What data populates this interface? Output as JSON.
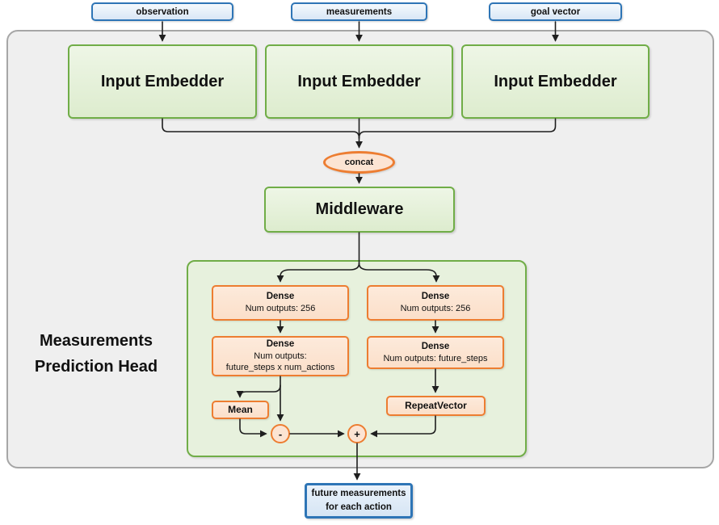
{
  "inputs": [
    {
      "label": "observation"
    },
    {
      "label": "measurements"
    },
    {
      "label": "goal vector"
    }
  ],
  "embedders": [
    {
      "label": "Input Embedder"
    },
    {
      "label": "Input Embedder"
    },
    {
      "label": "Input Embedder"
    }
  ],
  "concat": {
    "label": "concat"
  },
  "middleware": {
    "label": "Middleware"
  },
  "head": {
    "title": "Measurements Prediction Head",
    "left": {
      "dense1_title": "Dense",
      "dense1_sub": "Num outputs: 256",
      "dense2_title": "Dense",
      "dense2_sub1": "Num outputs:",
      "dense2_sub2": "future_steps x num_actions",
      "mean": "Mean",
      "minus": "-"
    },
    "right": {
      "dense1_title": "Dense",
      "dense1_sub": "Num outputs: 256",
      "dense2_title": "Dense",
      "dense2_sub": "Num outputs: future_steps",
      "repeat": "RepeatVector",
      "plus": "+"
    }
  },
  "output": {
    "line1": "future measurements",
    "line2": "for each action"
  },
  "colors": {
    "green_border": "#70AD47",
    "green_fill": "#E7F1DD",
    "orange_border": "#ED7D31",
    "orange_fill": "#FCE4D3",
    "blue_border": "#2E75B6",
    "blue_fill": "#DEEAF6",
    "panel_fill": "#EFEFEF",
    "panel_border": "#A6A6A6",
    "connector": "#1F1F1F"
  }
}
